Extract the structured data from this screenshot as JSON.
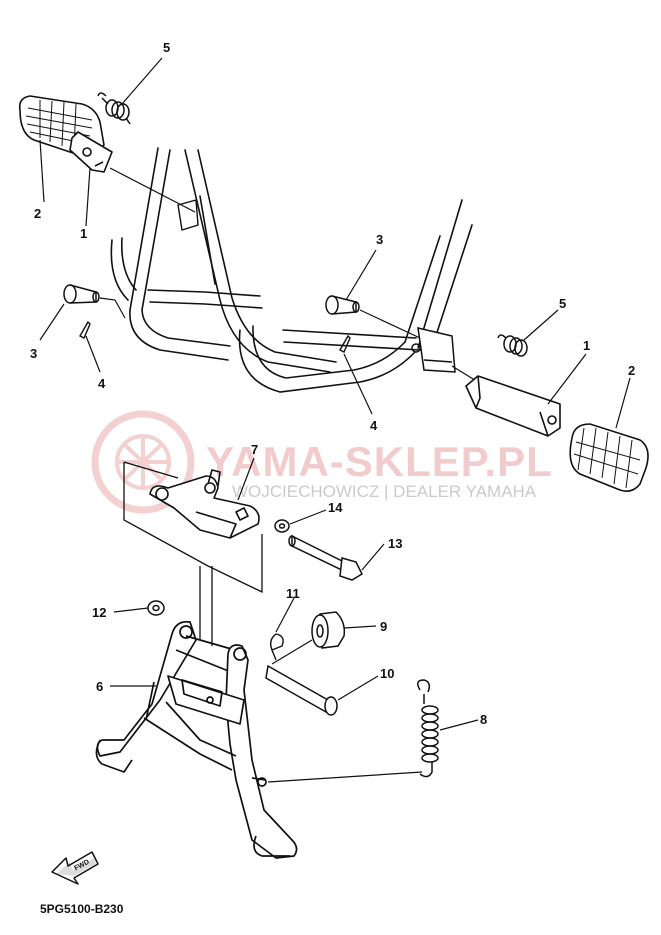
{
  "callouts": {
    "c1_top": "1",
    "c2_top": "2",
    "c3_left": "3",
    "c4_left": "4",
    "c5_top": "5",
    "c3_right": "3",
    "c4_right": "4",
    "c5_right": "5",
    "c1_right": "1",
    "c2_right": "2",
    "c7": "7",
    "c14": "14",
    "c13": "13",
    "c12": "12",
    "c11": "11",
    "c9": "9",
    "c6": "6",
    "c10": "10",
    "c8": "8"
  },
  "watermark": {
    "main": "YAMA-SKLEP.PL",
    "sub": "WOJCIECHOWICZ | DEALER YAMAHA",
    "logo_color": "#e8a4a4"
  },
  "forward_arrow": {
    "label": "FWD"
  },
  "diagram_code": "5PG5100-B230",
  "colors": {
    "line": "#111111",
    "background": "#ffffff"
  }
}
